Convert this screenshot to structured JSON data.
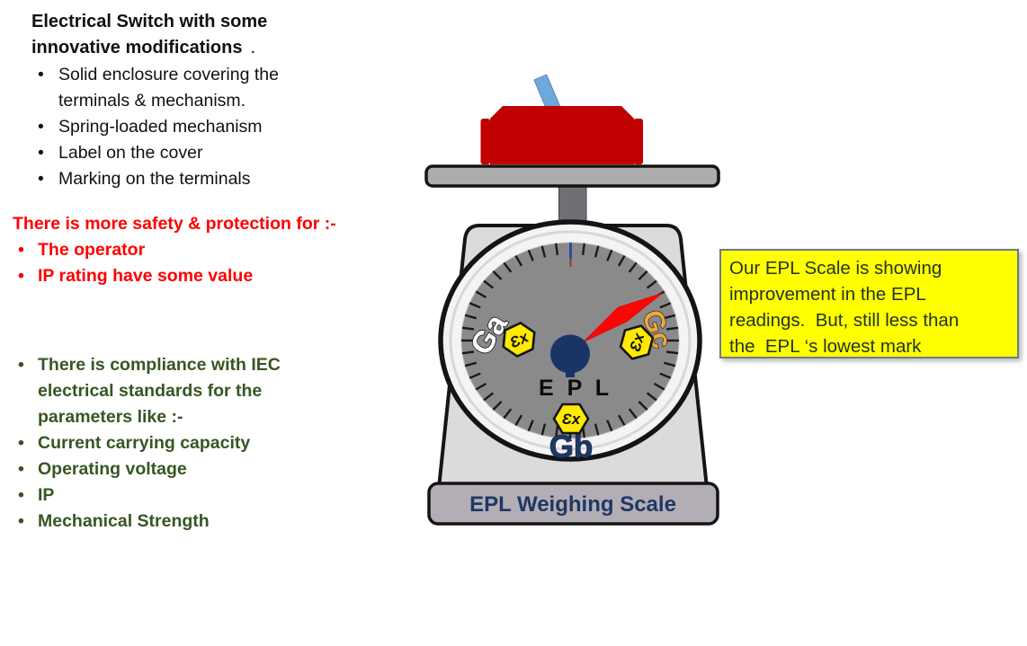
{
  "chars": {
    "bullet": "•"
  },
  "intro": {
    "heading_line1": "Electrical Switch with some",
    "heading_line2": "innovative modifications",
    "heading_period": ".",
    "bullets": [
      {
        "lines": [
          "Solid enclosure covering the",
          "terminals & mechanism."
        ]
      },
      {
        "lines": [
          "Spring-loaded mechanism"
        ]
      },
      {
        "lines": [
          "Label on the cover"
        ]
      },
      {
        "lines": [
          "Marking on the terminals"
        ]
      }
    ]
  },
  "safety": {
    "heading": "There is more safety & protection for :-",
    "bullets": [
      "The operator",
      "IP rating have some value"
    ],
    "color": "#FF0000"
  },
  "compliance": {
    "color": "#375623",
    "bullets": [
      {
        "lines": [
          "There is compliance with IEC",
          "electrical standards for the",
          "parameters like :-"
        ]
      },
      {
        "lines": [
          "Current carrying capacity"
        ]
      },
      {
        "lines": [
          "Operating voltage"
        ]
      },
      {
        "lines": [
          "IP"
        ]
      },
      {
        "lines": [
          "Mechanical Strength"
        ]
      }
    ]
  },
  "callout": {
    "bg": "#FFFF00",
    "text_color": "#233329",
    "lines": [
      "Our EPL Scale is showing",
      "improvement in the EPL",
      "readings.  But, still less than",
      "the  EPL ‘s lowest mark"
    ]
  },
  "scale": {
    "dial_center_label": "E P L",
    "label_ga": "Ga",
    "label_gb": "Gb",
    "label_gc": "Gc",
    "ex_symbol": "Ɛx",
    "base_label": "EPL Weighing Scale",
    "colors": {
      "switch_red": "#C00000",
      "lever_blue": "#6FA8DC",
      "tray_gray": "#ACACAC",
      "stem_gray": "#6F6F76",
      "body_gray": "#DBDBDB",
      "bezel_white": "#F4F4F4",
      "dial_face_gray": "#8A8A8A",
      "needle_red": "#FB0606",
      "hub_navy": "#1B3467",
      "ex_yellow": "#FFEA00",
      "ga_white": "#FFFFFF",
      "gc_orange": "#F0A63C",
      "navy_text": "#1F3864",
      "base_gray": "#B3AEB5",
      "zero_mark_blue": "#2C4DA0",
      "zero_mark_maroon": "#8F3A3A"
    }
  }
}
